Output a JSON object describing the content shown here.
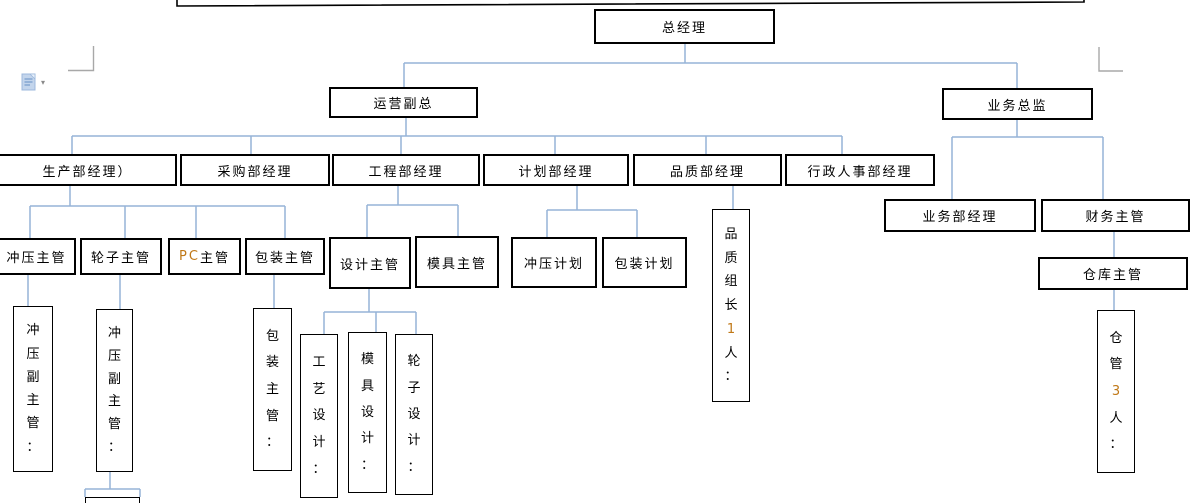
{
  "diagram": {
    "nodes": [
      {
        "id": "gm",
        "label": "总经理"
      },
      {
        "id": "ops-vp",
        "label": "运营副总"
      },
      {
        "id": "biz-director",
        "label": "业务总监"
      },
      {
        "id": "production-mgr",
        "label": "生产部经理）"
      },
      {
        "id": "purchasing-mgr",
        "label": "采购部经理"
      },
      {
        "id": "engineering-mgr",
        "label": "工程部经理"
      },
      {
        "id": "planning-mgr",
        "label": "计划部经理"
      },
      {
        "id": "quality-mgr",
        "label": "品质部经理"
      },
      {
        "id": "admin-hr-mgr",
        "label": "行政人事部经理"
      },
      {
        "id": "stamping-sup",
        "label": "冲压主管"
      },
      {
        "id": "wheel-sup",
        "label": "轮子主管"
      },
      {
        "id": "pc-sup",
        "label": "PC 主管",
        "accent": "PC"
      },
      {
        "id": "packing-sup",
        "label": "包装主管"
      },
      {
        "id": "design-sup",
        "label": "设计主管"
      },
      {
        "id": "mold-sup",
        "label": "模具主管"
      },
      {
        "id": "stamping-plan",
        "label": "冲压计划"
      },
      {
        "id": "packing-plan",
        "label": "包装计划"
      },
      {
        "id": "quality-leader",
        "label": "品质组长1人：",
        "vertical": true,
        "accent": "1"
      },
      {
        "id": "biz-dept-mgr",
        "label": "业务部经理"
      },
      {
        "id": "finance-sup",
        "label": "财务主管"
      },
      {
        "id": "warehouse-sup",
        "label": "仓库主管"
      },
      {
        "id": "warehouse-keeper",
        "label": "仓管3人：",
        "vertical": true,
        "accent": "3"
      },
      {
        "id": "stamping-deputy-1",
        "label": "冲压副主管：",
        "vertical": true
      },
      {
        "id": "stamping-deputy-2",
        "label": "冲压副主管：",
        "vertical": true
      },
      {
        "id": "packing-sup-detail",
        "label": "包装主管：",
        "vertical": true
      },
      {
        "id": "process-design",
        "label": "工艺设计：",
        "vertical": true
      },
      {
        "id": "mold-design",
        "label": "模具设计：",
        "vertical": true
      },
      {
        "id": "wheel-design",
        "label": "轮子设计：",
        "vertical": true
      },
      {
        "id": "bottom-partial",
        "label": "",
        "vertical": true
      }
    ],
    "colors": {
      "connector": "#95B3D7",
      "box_border": "#000000",
      "accent_text": "#C07817",
      "margin_mark": "#A8A8A8"
    }
  },
  "page_chrome": {
    "paste_options": {
      "icon": "clipboard-paste-icon",
      "dropdown_glyph": "▾"
    }
  }
}
